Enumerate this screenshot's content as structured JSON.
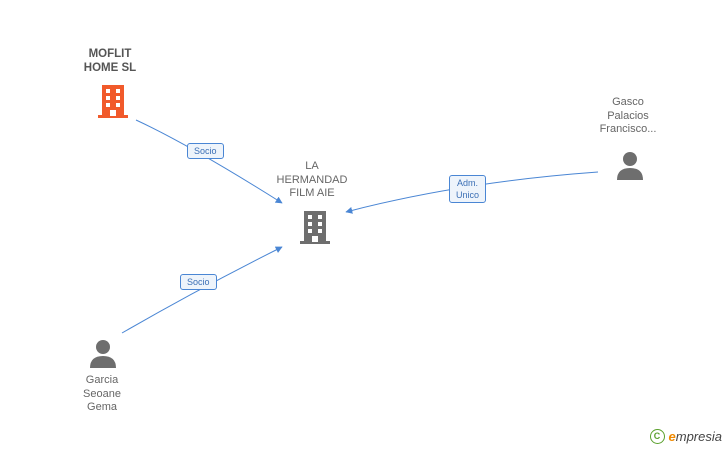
{
  "nodes": {
    "moflit": {
      "label_line1": "MOFLIT",
      "label_line2": "HOME SL",
      "icon": "building-icon",
      "color": "#f15a2b"
    },
    "hermandad": {
      "label_line1": "LA",
      "label_line2": "HERMANDAD",
      "label_line3": "FILM AIE",
      "icon": "building-icon",
      "color": "#6e6e6e"
    },
    "gasco": {
      "label_line1": "Gasco",
      "label_line2": "Palacios",
      "label_line3": "Francisco...",
      "icon": "person-icon",
      "color": "#6e6e6e"
    },
    "garcia": {
      "label_line1": "Garcia",
      "label_line2": "Seoane",
      "label_line3": "Gema",
      "icon": "person-icon",
      "color": "#6e6e6e"
    }
  },
  "relations": {
    "moflit_socio": "Socio",
    "gasco_adm_line1": "Adm.",
    "gasco_adm_line2": "Unico",
    "garcia_socio": "Socio"
  },
  "footer": {
    "copyright_symbol": "C",
    "brand_first": "e",
    "brand_rest": "mpresia"
  },
  "colors": {
    "edge": "#4a86d4",
    "highlight": "#f15a2b",
    "neutral": "#6e6e6e"
  }
}
